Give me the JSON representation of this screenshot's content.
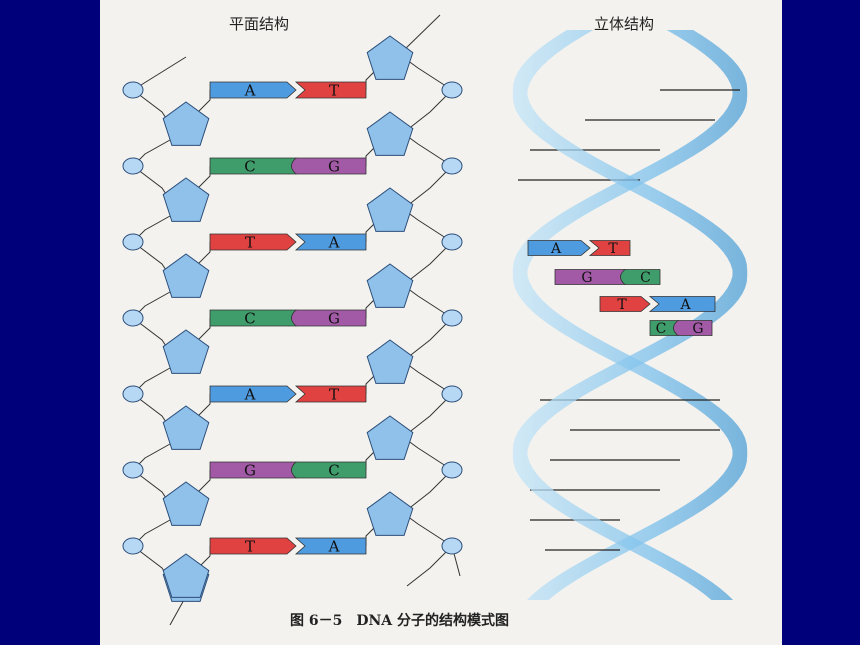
{
  "titles": {
    "planar": "平面结构",
    "stereo": "立体结构"
  },
  "caption": "图 6－5　DNA 分子的结构模式图",
  "planar_pairs": [
    {
      "left": "A",
      "right": "T"
    },
    {
      "left": "C",
      "right": "G"
    },
    {
      "left": "T",
      "right": "A"
    },
    {
      "left": "C",
      "right": "G"
    },
    {
      "left": "A",
      "right": "T"
    },
    {
      "left": "G",
      "right": "C"
    },
    {
      "left": "T",
      "right": "A"
    }
  ],
  "helix_pairs": [
    {
      "left": "A",
      "right": "T"
    },
    {
      "left": "G",
      "right": "C"
    },
    {
      "left": "T",
      "right": "A"
    },
    {
      "left": "C",
      "right": "G"
    }
  ],
  "base_colors": {
    "A": "#4f9be0",
    "T": "#e04242",
    "C": "#3f9c6b",
    "G": "#a35aa6"
  },
  "colors": {
    "sugar": "#8fc1ea",
    "phosphate": "#b7d8f4",
    "outline": "#2b4e7a",
    "helix": "#7cc0ec"
  }
}
